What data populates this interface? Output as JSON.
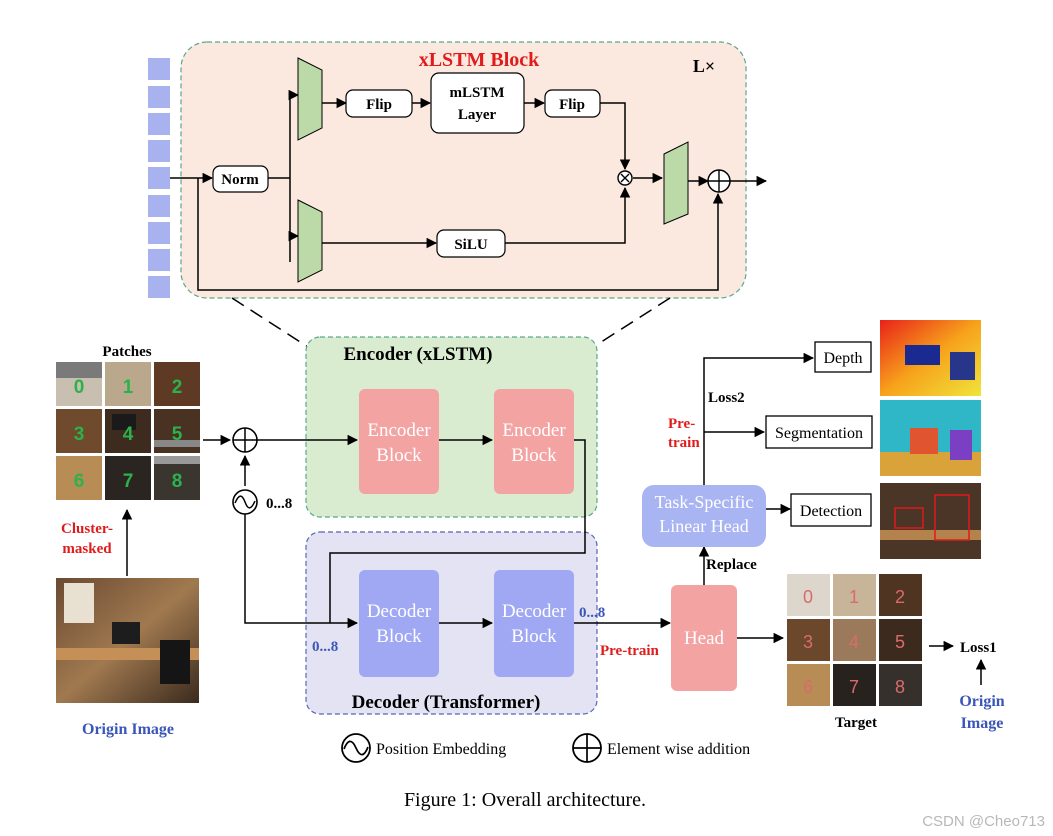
{
  "xlstm_block": {
    "title": "xLSTM Block",
    "repeat": "L×",
    "norm": "Norm",
    "flip_left": "Flip",
    "mlstm_line1": "mLSTM",
    "mlstm_line2": "Layer",
    "flip_right": "Flip",
    "silu": "SiLU"
  },
  "encoder": {
    "title": "Encoder (xLSTM)",
    "block1_line1": "Encoder",
    "block1_line2": "Block",
    "block2_line1": "Encoder",
    "block2_line2": "Block"
  },
  "decoder": {
    "title": "Decoder (Transformer)",
    "block1_line1": "Decoder",
    "block1_line2": "Block",
    "block2_line1": "Decoder",
    "block2_line2": "Block"
  },
  "patches": {
    "title": "Patches",
    "labels": [
      "0",
      "1",
      "2",
      "3",
      "4",
      "5",
      "6",
      "7",
      "8"
    ]
  },
  "target": {
    "title": "Target",
    "labels": [
      "0",
      "1",
      "2",
      "3",
      "4",
      "5",
      "6",
      "7",
      "8"
    ]
  },
  "labels": {
    "cluster_masked_line1": "Cluster-",
    "cluster_masked_line2": "masked",
    "origin_image_left": "Origin Image",
    "origin_image_right_line1": "Origin",
    "origin_image_right_line2": "Image",
    "pos_range_top": "0...8",
    "pos_range_decoder_in": "0...8",
    "pos_range_decoder_out": "0...8",
    "pretrain_head": "Pre-train",
    "pretrain_tasks_line1": "Pre-",
    "pretrain_tasks_line2": "train",
    "loss1": "Loss1",
    "loss2": "Loss2",
    "replace": "Replace",
    "head": "Head",
    "task_head_line1": "Task-Specific",
    "task_head_line2": "Linear Head",
    "depth": "Depth",
    "segmentation": "Segmentation",
    "detection": "Detection"
  },
  "legend": {
    "position_embedding": "Position Embedding",
    "element_wise_addition": "Element wise addition"
  },
  "caption": "Figure 1: Overall architecture.",
  "watermark": "CSDN @Cheo713",
  "colors": {
    "xlstm_bg": "#fbe9e0",
    "encoder_bg": "#d9ecd0",
    "decoder_bg": "#e4e3f4",
    "encoder_block": "#f4a3a3",
    "decoder_block": "#a0a8f4",
    "trapezoid": "#bcd9a8",
    "head": "#f4a3a3",
    "task_head": "#a9b4f2",
    "token": "#a7b2ef",
    "red_text": "#e01b1b",
    "blue_text": "#3a56b8",
    "patch_number_green": "#2bb24c",
    "target_number_red": "#d96b6b"
  }
}
